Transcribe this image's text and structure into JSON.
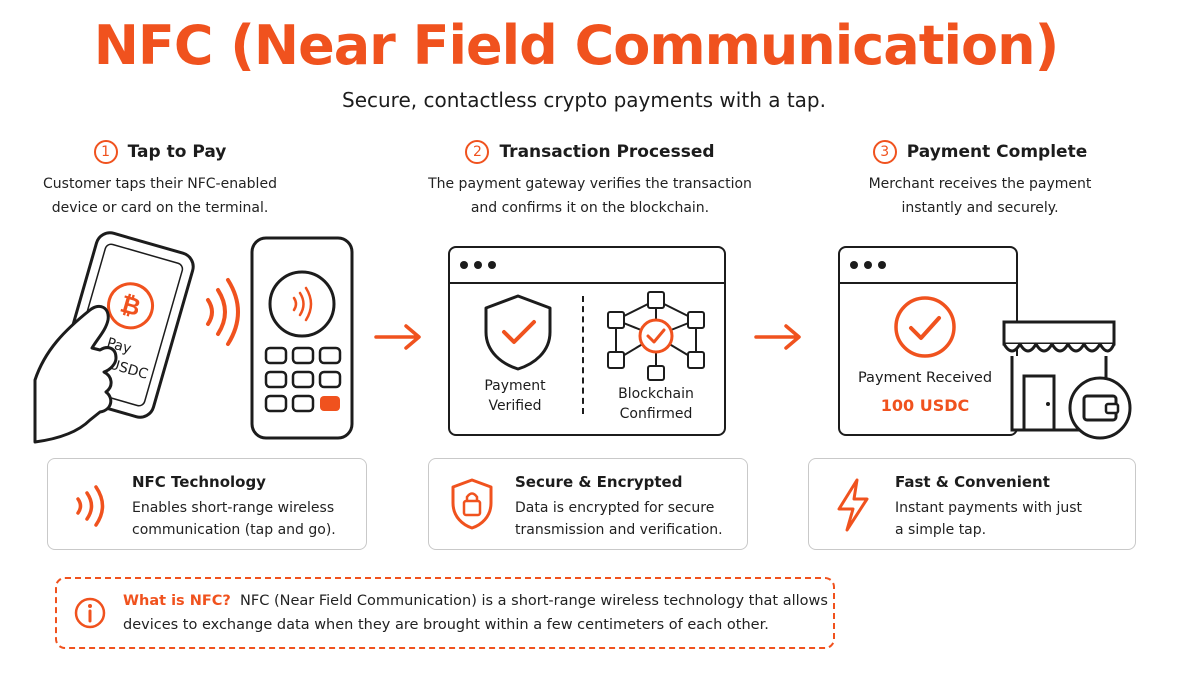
{
  "title": "NFC (Near Field Communication)",
  "subtitle": "Secure, contactless crypto payments with a tap.",
  "colors": {
    "accent": "#f0521e",
    "text": "#1c1c1c",
    "border": "#c9c9c9"
  },
  "steps": [
    {
      "number": "1",
      "title": "Tap to Pay",
      "description_lines": [
        "Customer taps their NFC-enabled",
        "device or card on the terminal."
      ],
      "phone_text": [
        "Pay",
        "100 USDC"
      ],
      "icons": [
        "hand-holding-phone-icon",
        "bitcoin-icon",
        "nfc-waves-icon",
        "payment-terminal-icon"
      ]
    },
    {
      "number": "2",
      "title": "Transaction Processed",
      "description_lines": [
        "The payment gateway verifies the transaction",
        "and confirms it on the blockchain."
      ],
      "left_label": [
        "Payment",
        "Verified"
      ],
      "right_label": [
        "Blockchain",
        "Confirmed"
      ],
      "icons": [
        "shield-check-icon",
        "blockchain-network-icon"
      ]
    },
    {
      "number": "3",
      "title": "Payment Complete",
      "description_lines": [
        "Merchant receives the payment",
        "instantly and securely."
      ],
      "received_label": "Payment Received",
      "amount": "100 USDC",
      "icons": [
        "check-circle-icon",
        "store-icon",
        "wallet-icon"
      ]
    }
  ],
  "features": [
    {
      "icon": "nfc-waves-icon",
      "title": "NFC Technology",
      "lines": [
        "Enables short-range wireless",
        "communication (tap and go)."
      ]
    },
    {
      "icon": "lock-shield-icon",
      "title": "Secure & Encrypted",
      "lines": [
        "Data is encrypted for secure",
        "transmission and verification."
      ]
    },
    {
      "icon": "lightning-icon",
      "title": "Fast & Convenient",
      "lines": [
        "Instant payments with just",
        "a simple tap."
      ]
    }
  ],
  "info": {
    "icon": "info-icon",
    "label": "What is NFC?",
    "text_line1": "NFC (Near Field Communication) is a short-range wireless technology that allows",
    "text_line2": "devices to exchange data when they are brought within a few centimeters of each other."
  }
}
